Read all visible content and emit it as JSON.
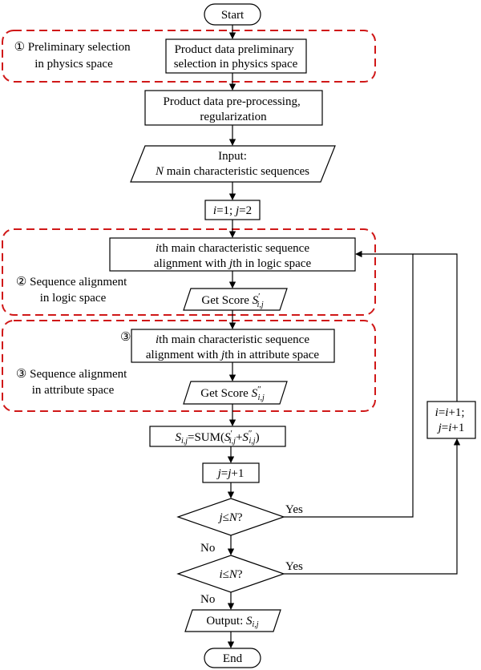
{
  "start": "Start",
  "end": "End",
  "region1_label": [
    "① Preliminary selection",
    "in physics space"
  ],
  "region2_label": [
    "② Sequence alignment",
    "in logic space"
  ],
  "region3_label": [
    "③ Sequence alignment",
    "in attribute space"
  ],
  "region3_marker": "③",
  "step_preliminary": [
    "Product data preliminary",
    "selection in physics space"
  ],
  "step_preprocess": [
    "Product data pre-processing,",
    "regularization"
  ],
  "input_line1": "Input:",
  "input_line2_var": "N",
  "input_line2_rest": " main characteristic sequences",
  "init": {
    "i": "i",
    "eq1": "=1; ",
    "j": "j",
    "eq2": "=2"
  },
  "logic_align": {
    "line1_var": "i",
    "line1_rest": "th main characteristic sequence",
    "line2_pre": "alignment with ",
    "line2_var": "j",
    "line2_rest": "th in logic space"
  },
  "score_logic": {
    "text": "Get Score ",
    "sym": "S",
    "prime": "′",
    "sub": "i,j"
  },
  "attr_align": {
    "line1_var": "i",
    "line1_rest": "th main characteristic sequence",
    "line2_pre": "alignment with ",
    "line2_var": "j",
    "line2_rest": "th in attribute space"
  },
  "score_attr": {
    "text": "Get Score ",
    "sym": "S",
    "prime": "″",
    "sub": "i,j"
  },
  "sum": {
    "S": "S",
    "sub": "i,j",
    "mid": "=SUM(",
    "plus": "+",
    "close": ")"
  },
  "j_increment": {
    "j1": "j",
    "eq": "=",
    "j2": "j",
    "rest": "+1"
  },
  "decision_j": {
    "var1": "j",
    "op": "≤",
    "var2": "N",
    "q": "?"
  },
  "decision_i": {
    "var1": "i",
    "op": "≤",
    "var2": "N",
    "q": "?"
  },
  "yes": "Yes",
  "no": "No",
  "update": {
    "l1_i": "i",
    "l1_eq": "=",
    "l1_i2": "i",
    "l1_rest": "+1;",
    "l2_j": "j",
    "l2_eq": "=",
    "l2_i": "i",
    "l2_rest": "+1"
  },
  "output": {
    "text": "Output: ",
    "S": "S",
    "sub": "i,j"
  }
}
